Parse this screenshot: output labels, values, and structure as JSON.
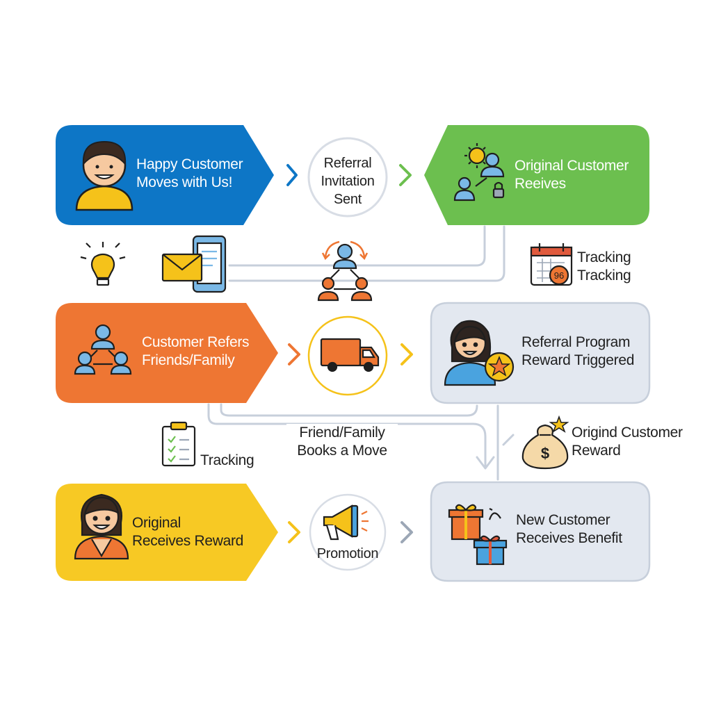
{
  "colors": {
    "blue": "#0d76c6",
    "green": "#6cbf4f",
    "orange": "#ee7633",
    "yellow": "#f7c924",
    "grey_fill": "#e3e8f0",
    "grey_stroke": "#c7cfdb",
    "line": "#c7cfdb",
    "text_dark": "#1f1f1f",
    "text_white": "#ffffff"
  },
  "nodes": {
    "happy_customer": {
      "label": "Happy Customer\nMoves with Us!",
      "icon": "person-avatar-icon"
    },
    "referral_invitation": {
      "label": "Referral\nInvitation\nSent"
    },
    "original_customer_receives": {
      "label": "Original Customer\nReeives",
      "icon": "people-network-icon"
    },
    "customer_refers": {
      "label": "Customer Refers\nFriends/Family",
      "icon": "group-icon"
    },
    "moving_truck": {
      "icon": "truck-icon"
    },
    "referral_program_reward": {
      "label": "Referral Program\nReward Triggered",
      "icon": "woman-with-medal-icon"
    },
    "original_receives_reward": {
      "label": "Original\nReceives Reward",
      "icon": "woman-avatar-icon"
    },
    "promotion": {
      "label": "Promotion",
      "icon": "megaphone-icon"
    },
    "new_customer_benefit": {
      "label": "New Customer\nReceives Benefit",
      "icon": "gift-boxes-icon"
    }
  },
  "side_labels": {
    "tracking_calendar": {
      "label": "Tracking\nTracking",
      "icon": "calendar-icon",
      "badge": "96"
    },
    "friend_family_books": {
      "label": "Friend/Family\nBooks a Move"
    },
    "tracking_clipboard": {
      "label": "Tracking",
      "icon": "clipboard-icon"
    },
    "original_customer_reward": {
      "label": "Origind Customer\nReward",
      "icon": "money-bag-icon"
    }
  },
  "decorations": {
    "lightbulb": "lightbulb-icon",
    "email_phone": "email-phone-icon",
    "network_center": "people-network-cycle-icon"
  }
}
